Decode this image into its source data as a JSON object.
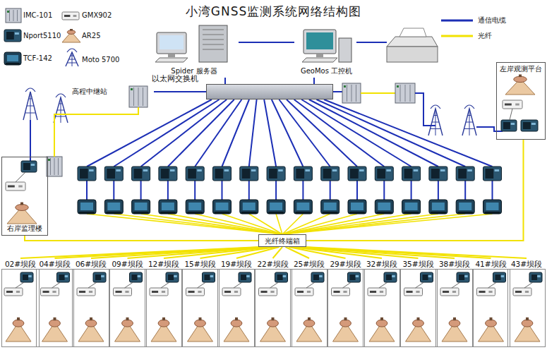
{
  "diagram": {
    "title": "小湾GNSS监测系统网络结构图",
    "nodes": [
      {
        "text": [
          "Spider 服务器"
        ]
      },
      {
        "text": [
          "GeoMos 工控机"
        ]
      },
      {
        "text": [
          "以太网交换机"
        ]
      },
      {
        "text": [
          "高程中继站"
        ]
      },
      {
        "text": [
          "左岸观测平台"
        ]
      },
      {
        "text": [
          "右岸监理楼"
        ]
      },
      {
        "text": [
          "光纤终端箱"
        ]
      },
      {
        "text": [
          "02#坝段"
        ]
      },
      {
        "text": [
          "04#坝段"
        ]
      },
      {
        "text": [
          "06#坝段"
        ]
      },
      {
        "text": [
          "09#坝段"
        ]
      },
      {
        "text": [
          "12#坝段"
        ]
      },
      {
        "text": [
          "15#坝段"
        ]
      },
      {
        "text": [
          "19#坝段"
        ]
      },
      {
        "text": [
          "22#坝段"
        ]
      },
      {
        "text": [
          "25#坝段"
        ]
      },
      {
        "text": [
          "29#坝段"
        ]
      },
      {
        "text": [
          "32#坝段"
        ]
      },
      {
        "text": [
          "35#坝段"
        ]
      },
      {
        "text": [
          "38#坝段"
        ]
      },
      {
        "text": [
          "41#坝段"
        ]
      },
      {
        "text": [
          "43#坝段"
        ]
      }
    ],
    "edges": [
      {
        "from": 2,
        "to": 0,
        "arrow": "none"
      },
      {
        "from": 2,
        "to": 1,
        "arrow": "none"
      },
      {
        "from": 0,
        "to": 1,
        "arrow": "none"
      },
      {
        "from": 2,
        "to": 3,
        "arrow": "none"
      },
      {
        "from": 6,
        "to": 4,
        "arrow": "none"
      },
      {
        "from": 6,
        "to": 5,
        "arrow": "none"
      },
      {
        "from": 6,
        "to": 7,
        "arrow": "none"
      },
      {
        "from": 6,
        "to": 8,
        "arrow": "none"
      },
      {
        "from": 6,
        "to": 9,
        "arrow": "none"
      },
      {
        "from": 6,
        "to": 10,
        "arrow": "none"
      },
      {
        "from": 6,
        "to": 11,
        "arrow": "none"
      },
      {
        "from": 6,
        "to": 12,
        "arrow": "none"
      },
      {
        "from": 6,
        "to": 13,
        "arrow": "none"
      },
      {
        "from": 6,
        "to": 14,
        "arrow": "none"
      },
      {
        "from": 6,
        "to": 15,
        "arrow": "none"
      },
      {
        "from": 6,
        "to": 16,
        "arrow": "none"
      },
      {
        "from": 6,
        "to": 17,
        "arrow": "none"
      },
      {
        "from": 6,
        "to": 18,
        "arrow": "none"
      },
      {
        "from": 6,
        "to": 19,
        "arrow": "none"
      },
      {
        "from": 6,
        "to": 20,
        "arrow": "none"
      },
      {
        "from": 6,
        "to": 21,
        "arrow": "none"
      }
    ],
    "legend": [
      {
        "text": "IMC-101"
      },
      {
        "text": "GMX902"
      },
      {
        "text": "Nport5110"
      },
      {
        "text": "AR25"
      },
      {
        "text": "TCF-142"
      },
      {
        "text": "Moto 5700"
      },
      {
        "text": "通信电缆"
      },
      {
        "text": "光纤"
      }
    ]
  }
}
